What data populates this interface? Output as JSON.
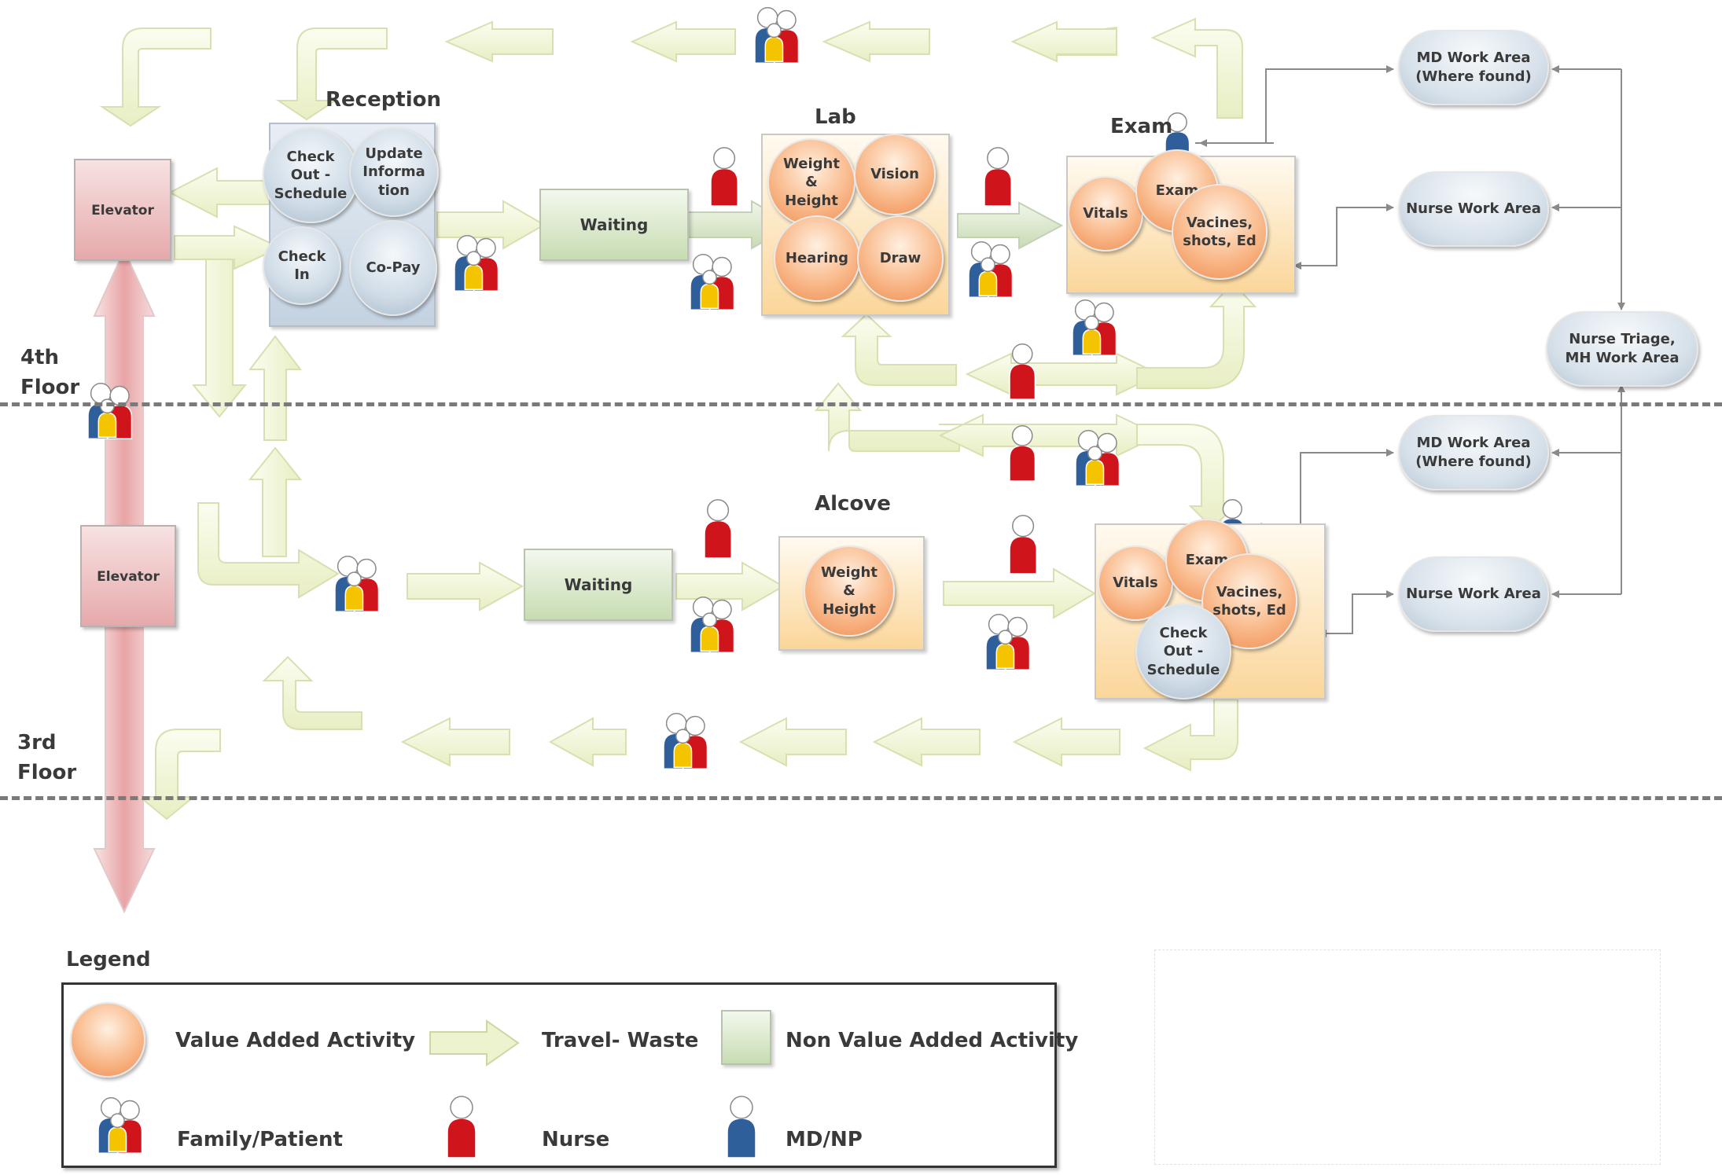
{
  "floors": {
    "fourth": "4th\nFloor",
    "third": "3rd\nFloor"
  },
  "elevators": {
    "fourth": "Elevator",
    "third": "Elevator"
  },
  "fourth_floor": {
    "reception": {
      "title": "Reception",
      "check_out": "Check\nOut -\nSchedule",
      "update_info": "Update\nInforma\ntion",
      "check_in": "Check\nIn",
      "copay": "Co-Pay"
    },
    "waiting": "Waiting",
    "lab": {
      "title": "Lab",
      "weight_height": "Weight\n&\nHeight",
      "vision": "Vision",
      "hearing": "Hearing",
      "draw": "Draw"
    },
    "exam_room": {
      "title": "Exam",
      "vitals": "Vitals",
      "exam": "Exam",
      "vaccines": "Vacines,\nshots, Ed"
    },
    "md_work_area": "MD Work Area\n(Where found)",
    "nurse_work_area": "Nurse Work Area",
    "nurse_triage": "Nurse  Triage,\nMH Work Area"
  },
  "third_floor": {
    "waiting": "Waiting",
    "alcove": {
      "title": "Alcove",
      "weight_height": "Weight\n&\nHeight"
    },
    "exam_room": {
      "vitals": "Vitals",
      "exam": "Exam",
      "vaccines": "Vacines,\nshots, Ed",
      "check_out": "Check\nOut -\nSchedule"
    },
    "md_work_area": "MD Work Area\n(Where found)",
    "nurse_work_area": "Nurse Work Area"
  },
  "legend": {
    "title": "Legend",
    "value_added": "Value Added Activity",
    "travel_waste": "Travel- Waste",
    "non_value_added": "Non Value Added Activity",
    "family_patient": "Family/Patient",
    "nurse": "Nurse",
    "md_np": "MD/NP"
  },
  "colors": {
    "value_added": "#f7a76c",
    "travel_waste": "#eef3cf",
    "non_value_added": "#c9ddb5",
    "elevator": "#e6a9ab",
    "nurse": "#d0141c",
    "md_np": "#2f5f9a",
    "patient_yellow": "#f5c400",
    "support_area": "#cfdbe6"
  },
  "icons": [
    "elevator-shaft-arrow",
    "family-patient-icon",
    "nurse-icon",
    "md-np-icon",
    "travel-arrow"
  ]
}
